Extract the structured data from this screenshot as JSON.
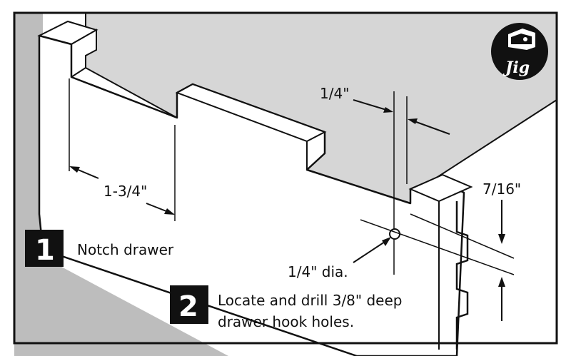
{
  "dimensions": {
    "notch_width": "1-3/4\"",
    "notch_depth": "1/4\"",
    "hole_spacing": "7/16\"",
    "hole_diameter": "1/4\" dia."
  },
  "steps": [
    {
      "number": "1",
      "text_lines": [
        "Notch drawer"
      ]
    },
    {
      "number": "2",
      "text_lines": [
        "Locate and drill 3/8\" deep",
        "drawer hook holes."
      ]
    }
  ],
  "logo": {
    "text": "Jig",
    "icon": "jig-bracket-icon"
  },
  "colors": {
    "outline": "#111111",
    "top_surface": "#d6d6d6",
    "wall": "#bdbdbd",
    "board": "#ffffff"
  }
}
